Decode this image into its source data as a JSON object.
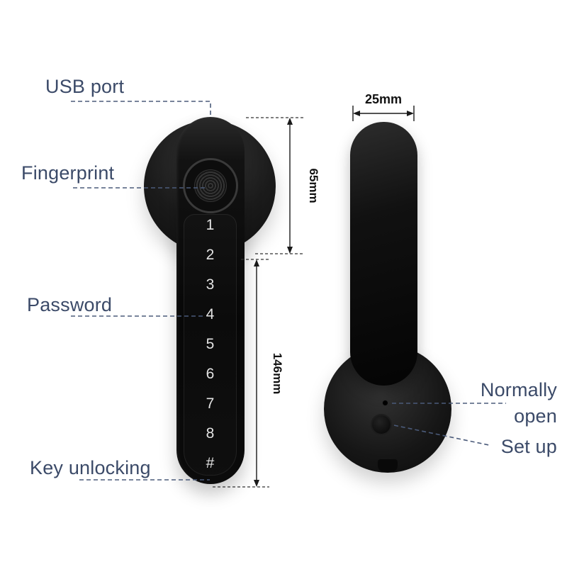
{
  "annotations": {
    "usb_port": "USB port",
    "fingerprint": "Fingerprint",
    "password": "Password",
    "key_unlocking": "Key unlocking",
    "normally_open": "Normally open",
    "set_up": "Set up"
  },
  "dimensions": {
    "top_width": "25mm",
    "upper_height": "65mm",
    "lower_height": "146mm"
  },
  "keypad": {
    "keys": [
      "1",
      "2",
      "3",
      "4",
      "5",
      "6",
      "7",
      "8",
      "#"
    ]
  },
  "colors": {
    "label_text": "#3b4a68",
    "leader_line": "#4b5b7a",
    "dimension_line": "#1a1a1a",
    "device_black": "#111111",
    "background": "#ffffff"
  }
}
